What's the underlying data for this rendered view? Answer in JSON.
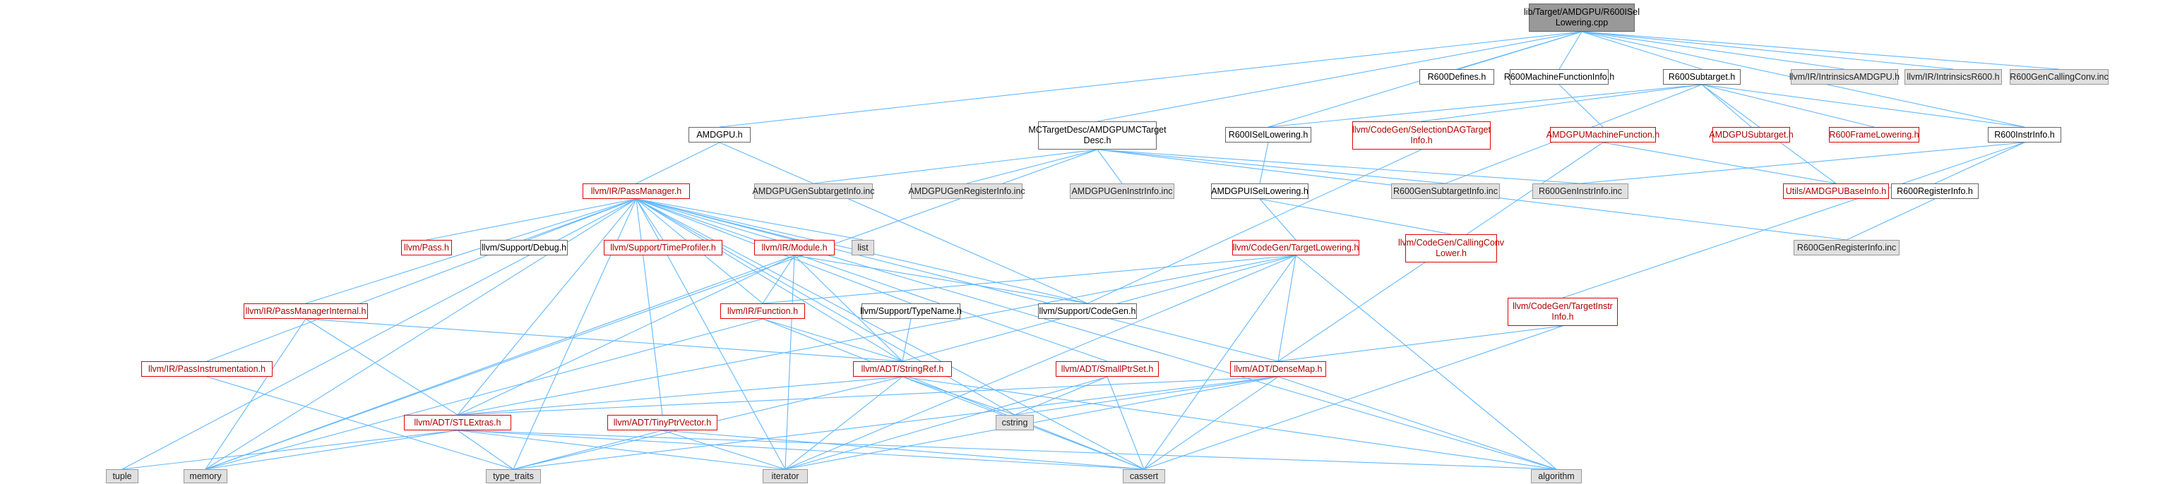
{
  "title": "lib/Target/AMDGPU/R600ISelLowering.cpp dependency graph",
  "colors": {
    "edge": "#63B8FF",
    "main_fill": "#999999",
    "red_border": "#e00000",
    "gray_fill": "#e0e0e0"
  },
  "nodes": {
    "main": {
      "label": "lib/Target/AMDGPU/R600ISel\nLowering.cpp",
      "style": "main"
    },
    "r600defines": {
      "label": "R600Defines.h",
      "style": "white"
    },
    "r600mfi": {
      "label": "R600MachineFunctionInfo.h",
      "style": "white"
    },
    "r600subtarget": {
      "label": "R600Subtarget.h",
      "style": "white"
    },
    "intrinsicsamdgpu": {
      "label": "llvm/IR/IntrinsicsAMDGPU.h",
      "style": "gray"
    },
    "intrinsicsr600": {
      "label": "llvm/IR/IntrinsicsR600.h",
      "style": "gray"
    },
    "r600gencc": {
      "label": "R600GenCallingConv.inc",
      "style": "gray"
    },
    "amdgpuh": {
      "label": "AMDGPU.h",
      "style": "white"
    },
    "mctargetdesc": {
      "label": "MCTargetDesc/AMDGPUMCTarget\nDesc.h",
      "style": "white"
    },
    "r600isellowering": {
      "label": "R600ISelLowering.h",
      "style": "white"
    },
    "selectiondag": {
      "label": "llvm/CodeGen/SelectionDAGTarget\nInfo.h",
      "style": "red"
    },
    "amdgpumfi": {
      "label": "AMDGPUMachineFunction.h",
      "style": "red"
    },
    "amdgpusubtarget": {
      "label": "AMDGPUSubtarget.h",
      "style": "red"
    },
    "r600framelowering": {
      "label": "R600FrameLowering.h",
      "style": "red"
    },
    "r600instrinfo": {
      "label": "R600InstrInfo.h",
      "style": "white"
    },
    "passmanager": {
      "label": "llvm/IR/PassManager.h",
      "style": "red"
    },
    "amdgpugensubtargetinfo": {
      "label": "AMDGPUGenSubtargetInfo.inc",
      "style": "gray"
    },
    "amdgpugenregisterinfo": {
      "label": "AMDGPUGenRegisterInfo.inc",
      "style": "gray"
    },
    "amdgpugeninstrinfo": {
      "label": "AMDGPUGenInstrInfo.inc",
      "style": "gray"
    },
    "r600gensubtargetinfo": {
      "label": "R600GenSubtargetInfo.inc",
      "style": "gray"
    },
    "r600geninstrinfo": {
      "label": "R600GenInstrInfo.inc",
      "style": "gray"
    },
    "amdgpuisellowering": {
      "label": "AMDGPUISelLowering.h",
      "style": "white"
    },
    "amdgpubaseinfo": {
      "label": "Utils/AMDGPUBaseInfo.h",
      "style": "red"
    },
    "r600registerinfo": {
      "label": "R600RegisterInfo.h",
      "style": "white"
    },
    "pass": {
      "label": "llvm/Pass.h",
      "style": "red"
    },
    "debug": {
      "label": "llvm/Support/Debug.h",
      "style": "white"
    },
    "timeprofiler": {
      "label": "llvm/Support/TimeProfiler.h",
      "style": "red"
    },
    "module": {
      "label": "llvm/IR/Module.h",
      "style": "red"
    },
    "list": {
      "label": "list",
      "style": "gray"
    },
    "targetlowering": {
      "label": "llvm/CodeGen/TargetLowering.h",
      "style": "red"
    },
    "callingconvlower": {
      "label": "llvm/CodeGen/CallingConv\nLower.h",
      "style": "red"
    },
    "r600genregisterinfo": {
      "label": "R600GenRegisterInfo.inc",
      "style": "gray"
    },
    "passmanagerinternal": {
      "label": "llvm/IR/PassManagerInternal.h",
      "style": "red"
    },
    "function": {
      "label": "llvm/IR/Function.h",
      "style": "red"
    },
    "typename": {
      "label": "llvm/Support/TypeName.h",
      "style": "white"
    },
    "codegen": {
      "label": "llvm/Support/CodeGen.h",
      "style": "white"
    },
    "targetinstrinfo": {
      "label": "llvm/CodeGen/TargetInstr\nInfo.h",
      "style": "red"
    },
    "passinstrumentation": {
      "label": "llvm/IR/PassInstrumentation.h",
      "style": "red"
    },
    "stringref": {
      "label": "llvm/ADT/StringRef.h",
      "style": "red"
    },
    "smallptrset": {
      "label": "llvm/ADT/SmallPtrSet.h",
      "style": "red"
    },
    "densemap": {
      "label": "llvm/ADT/DenseMap.h",
      "style": "red"
    },
    "stlextras": {
      "label": "llvm/ADT/STLExtras.h",
      "style": "red"
    },
    "tinyptrvector": {
      "label": "llvm/ADT/TinyPtrVector.h",
      "style": "red"
    },
    "cstring": {
      "label": "cstring",
      "style": "gray"
    },
    "tuple": {
      "label": "tuple",
      "style": "gray"
    },
    "memory": {
      "label": "memory",
      "style": "gray"
    },
    "type_traits": {
      "label": "type_traits",
      "style": "gray"
    },
    "iterator": {
      "label": "iterator",
      "style": "gray"
    },
    "cassert": {
      "label": "cassert",
      "style": "gray"
    },
    "algorithm": {
      "label": "algorithm",
      "style": "gray"
    }
  },
  "edges": [
    [
      "main",
      "amdgpuh"
    ],
    [
      "main",
      "mctargetdesc"
    ],
    [
      "main",
      "r600defines"
    ],
    [
      "main",
      "r600isellowering"
    ],
    [
      "main",
      "r600mfi"
    ],
    [
      "main",
      "r600subtarget"
    ],
    [
      "main",
      "r600instrinfo"
    ],
    [
      "main",
      "intrinsicsamdgpu"
    ],
    [
      "main",
      "intrinsicsr600"
    ],
    [
      "main",
      "r600gencc"
    ],
    [
      "amdgpuh",
      "passmanager"
    ],
    [
      "amdgpuh",
      "codegen"
    ],
    [
      "mctargetdesc",
      "memory"
    ],
    [
      "mctargetdesc",
      "amdgpugensubtargetinfo"
    ],
    [
      "mctargetdesc",
      "amdgpugenregisterinfo"
    ],
    [
      "mctargetdesc",
      "amdgpugeninstrinfo"
    ],
    [
      "mctargetdesc",
      "r600gensubtargetinfo"
    ],
    [
      "mctargetdesc",
      "r600geninstrinfo"
    ],
    [
      "mctargetdesc",
      "r600genregisterinfo"
    ],
    [
      "r600isellowering",
      "amdgpuisellowering"
    ],
    [
      "r600mfi",
      "amdgpumfi"
    ],
    [
      "r600subtarget",
      "r600isellowering"
    ],
    [
      "r600subtarget",
      "selectiondag"
    ],
    [
      "r600subtarget",
      "amdgpusubtarget"
    ],
    [
      "r600subtarget",
      "r600framelowering"
    ],
    [
      "r600subtarget",
      "r600instrinfo"
    ],
    [
      "r600subtarget",
      "r600gensubtargetinfo"
    ],
    [
      "r600subtarget",
      "amdgpubaseinfo"
    ],
    [
      "selectiondag",
      "codegen"
    ],
    [
      "amdgpumfi",
      "amdgpubaseinfo"
    ],
    [
      "amdgpumfi",
      "densemap"
    ],
    [
      "r600instrinfo",
      "r600registerinfo"
    ],
    [
      "r600instrinfo",
      "r600geninstrinfo"
    ],
    [
      "r600instrinfo",
      "targetinstrinfo"
    ],
    [
      "r600registerinfo",
      "r600genregisterinfo"
    ],
    [
      "amdgpuisellowering",
      "targetlowering"
    ],
    [
      "amdgpuisellowering",
      "callingconvlower"
    ],
    [
      "passmanager",
      "pass"
    ],
    [
      "passmanager",
      "debug"
    ],
    [
      "passmanager",
      "timeprofiler"
    ],
    [
      "passmanager",
      "module"
    ],
    [
      "passmanager",
      "list"
    ],
    [
      "passmanager",
      "passmanagerinternal"
    ],
    [
      "passmanager",
      "passinstrumentation"
    ],
    [
      "passmanager",
      "function"
    ],
    [
      "passmanager",
      "typename"
    ],
    [
      "passmanager",
      "stringref"
    ],
    [
      "passmanager",
      "smallptrset"
    ],
    [
      "passmanager",
      "densemap"
    ],
    [
      "passmanager",
      "stlextras"
    ],
    [
      "passmanager",
      "tinyptrvector"
    ],
    [
      "passmanager",
      "cstring"
    ],
    [
      "passmanager",
      "tuple"
    ],
    [
      "passmanager",
      "memory"
    ],
    [
      "passmanager",
      "type_traits"
    ],
    [
      "passmanager",
      "iterator"
    ],
    [
      "passmanager",
      "cassert"
    ],
    [
      "passmanager",
      "algorithm"
    ],
    [
      "passmanager",
      "codegen"
    ],
    [
      "module",
      "function"
    ],
    [
      "module",
      "stringref"
    ],
    [
      "module",
      "codegen"
    ],
    [
      "module",
      "stlextras"
    ],
    [
      "module",
      "memory"
    ],
    [
      "module",
      "iterator"
    ],
    [
      "targetlowering",
      "function"
    ],
    [
      "targetlowering",
      "stringref"
    ],
    [
      "targetlowering",
      "densemap"
    ],
    [
      "targetlowering",
      "stlextras"
    ],
    [
      "targetlowering",
      "cassert"
    ],
    [
      "targetlowering",
      "iterator"
    ],
    [
      "targetlowering",
      "algorithm"
    ],
    [
      "passmanagerinternal",
      "stringref"
    ],
    [
      "passmanagerinternal",
      "stlextras"
    ],
    [
      "passmanagerinternal",
      "memory"
    ],
    [
      "function",
      "stringref"
    ],
    [
      "function",
      "memory"
    ],
    [
      "function",
      "cassert"
    ],
    [
      "typename",
      "stringref"
    ],
    [
      "targetinstrinfo",
      "densemap"
    ],
    [
      "targetinstrinfo",
      "cassert"
    ],
    [
      "passinstrumentation",
      "type_traits"
    ],
    [
      "stringref",
      "stlextras"
    ],
    [
      "stringref",
      "cstring"
    ],
    [
      "stringref",
      "type_traits"
    ],
    [
      "stringref",
      "iterator"
    ],
    [
      "stringref",
      "cassert"
    ],
    [
      "stringref",
      "algorithm"
    ],
    [
      "smallptrset",
      "cstring"
    ],
    [
      "smallptrset",
      "iterator"
    ],
    [
      "smallptrset",
      "cassert"
    ],
    [
      "densemap",
      "stlextras"
    ],
    [
      "densemap",
      "cstring"
    ],
    [
      "densemap",
      "type_traits"
    ],
    [
      "densemap",
      "iterator"
    ],
    [
      "densemap",
      "cassert"
    ],
    [
      "densemap",
      "algorithm"
    ],
    [
      "stlextras",
      "tuple"
    ],
    [
      "stlextras",
      "memory"
    ],
    [
      "stlextras",
      "type_traits"
    ],
    [
      "stlextras",
      "iterator"
    ],
    [
      "stlextras",
      "cassert"
    ],
    [
      "stlextras",
      "algorithm"
    ],
    [
      "tinyptrvector",
      "type_traits"
    ],
    [
      "tinyptrvector",
      "iterator"
    ],
    [
      "tinyptrvector",
      "cassert"
    ]
  ]
}
